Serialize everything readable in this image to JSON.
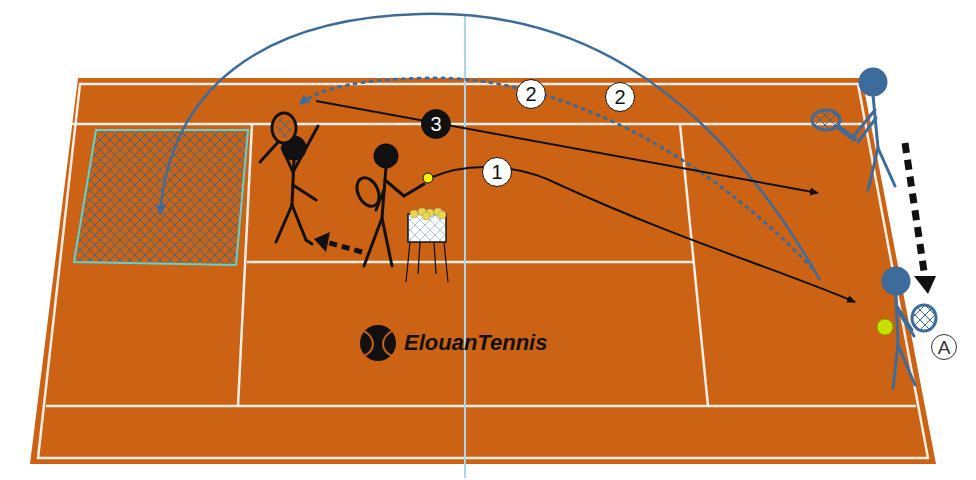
{
  "diagram": {
    "labels": [
      "1",
      "2",
      "2",
      "3",
      "A",
      "ElouanTennis"
    ]
  }
}
